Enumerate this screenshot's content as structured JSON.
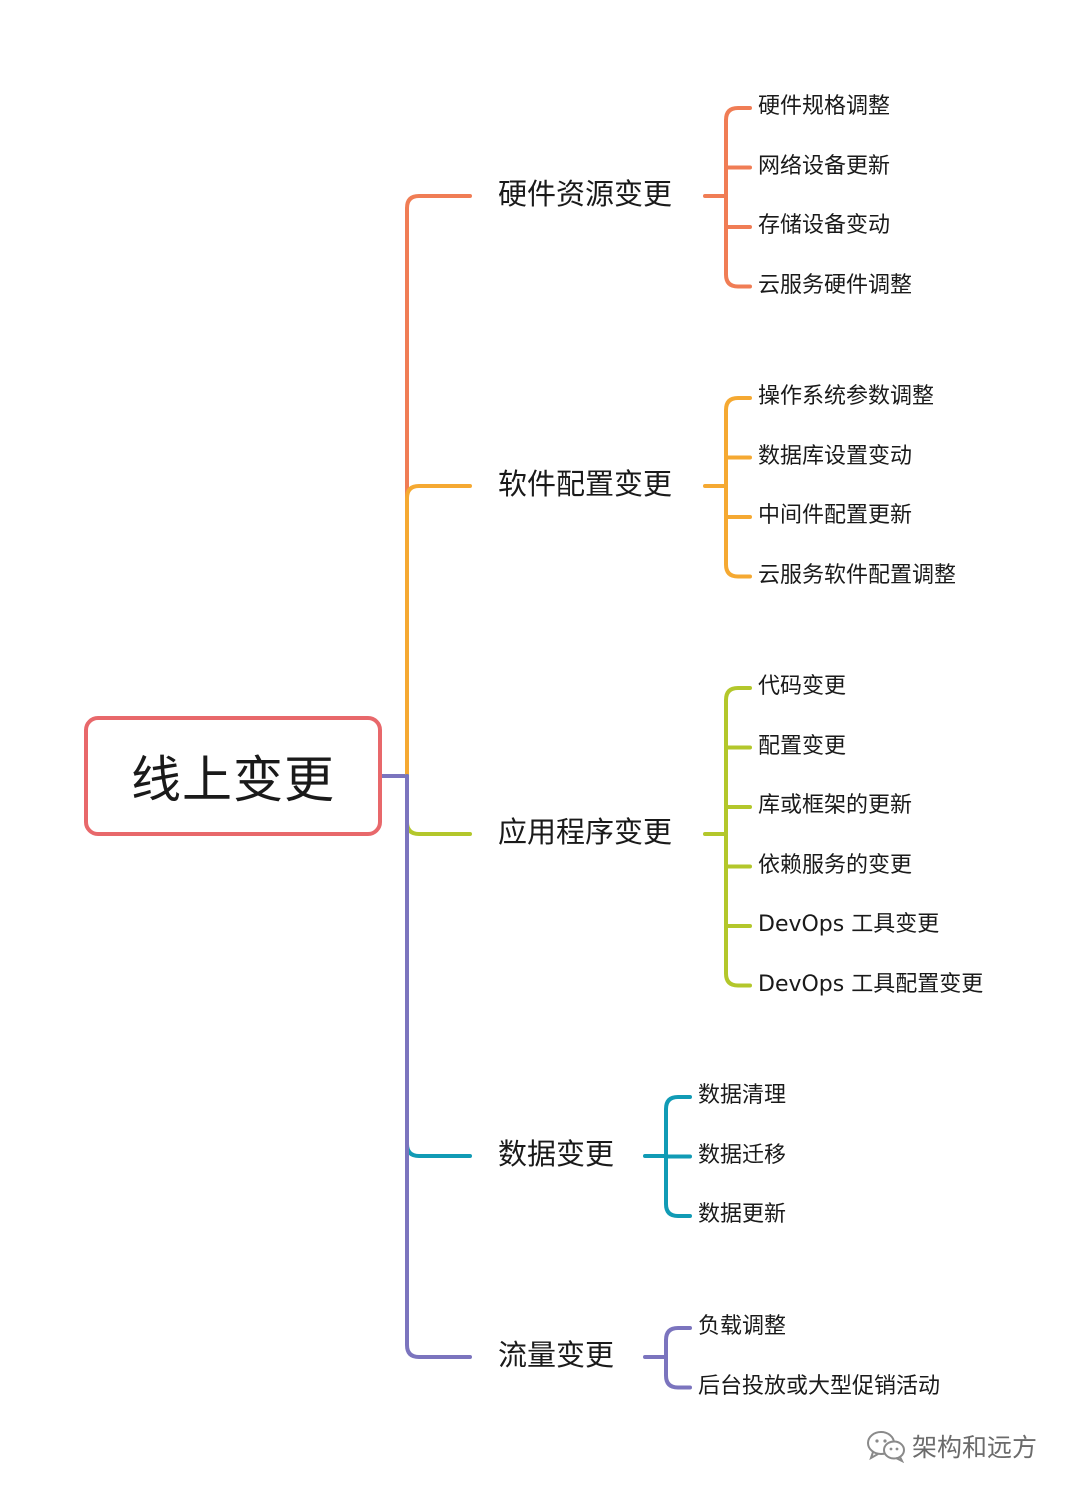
{
  "root": {
    "label": "线上变更",
    "border_color": "#e8686b"
  },
  "branches": [
    {
      "label": "硬件资源变更",
      "color": "#f07d55",
      "children": [
        "硬件规格调整",
        "网络设备更新",
        "存储设备变动",
        "云服务硬件调整"
      ]
    },
    {
      "label": "软件配置变更",
      "color": "#f5a932",
      "children": [
        "操作系统参数调整",
        "数据库设置变动",
        "中间件配置更新",
        "云服务软件配置调整"
      ]
    },
    {
      "label": "应用程序变更",
      "color": "#b3c72b",
      "children": [
        "代码变更",
        "配置变更",
        "库或框架的更新",
        "依赖服务的变更",
        "DevOps 工具变更",
        "DevOps 工具配置变更"
      ]
    },
    {
      "label": "数据变更",
      "color": "#119bb5",
      "children": [
        "数据清理",
        "数据迁移",
        "数据更新"
      ]
    },
    {
      "label": "流量变更",
      "color": "#7b74be",
      "children": [
        "负载调整",
        "后台投放或大型促销活动"
      ]
    }
  ],
  "watermark": {
    "text": "架构和远方",
    "icon": "wechat-icon"
  }
}
